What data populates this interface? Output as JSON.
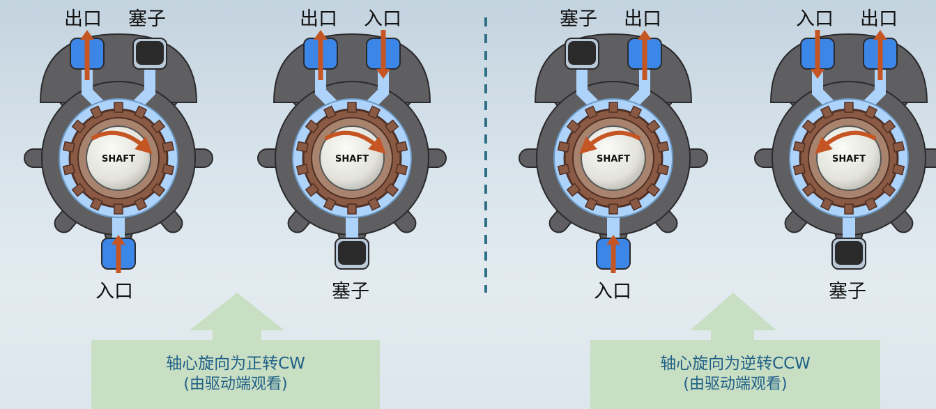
{
  "colors": {
    "housing": "#5f5f61",
    "housing_edge": "#2a2a2c",
    "water": "#3c86e8",
    "water_light": "#aed3fb",
    "gear": "#8a5a44",
    "arrow": "#c55523",
    "plug": "#2a2a2a",
    "callout_bg": "#c9dfc4",
    "callout_text": "#1f5f86",
    "divider": "#2f6f86"
  },
  "pumps": [
    {
      "top_left": "出口",
      "top_right": "塞子",
      "bottom": "入口",
      "shaft": "SHAFT",
      "rotation": "cw"
    },
    {
      "top_left": "出口",
      "top_right": "入口",
      "bottom": "塞子",
      "shaft": "SHAFT",
      "rotation": "cw"
    },
    {
      "top_left": "塞子",
      "top_right": "出口",
      "bottom": "入口",
      "shaft": "SHAFT",
      "rotation": "ccw"
    },
    {
      "top_left": "入口",
      "top_right": "出口",
      "bottom": "塞子",
      "shaft": "SHAFT",
      "rotation": "ccw"
    }
  ],
  "callouts": [
    {
      "line1": "轴心旋向为正转CW",
      "line2": "(由驱动端观看)"
    },
    {
      "line1": "轴心旋向为逆转CCW",
      "line2": "(由驱动端观看)"
    }
  ]
}
